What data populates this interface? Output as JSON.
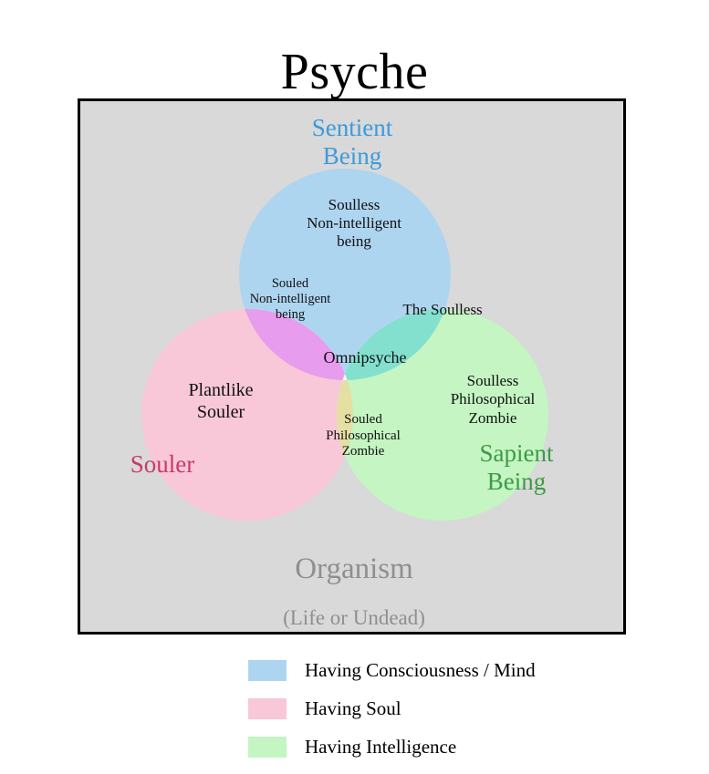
{
  "title": "Psyche",
  "diagram": {
    "background_color": "#d9d9d9",
    "border_color": "#000000",
    "universe": {
      "main_label": "Organism",
      "sub_label": "(Life or Undead)",
      "color": "#8f8f8f"
    },
    "sets": [
      {
        "id": "sentient",
        "label": "Sentient\nBeing",
        "label_color": "#3b9bdb",
        "fill_color": "#aed5f0",
        "meaning": "Having Consciousness / Mind"
      },
      {
        "id": "souler",
        "label": "Souler",
        "label_color": "#c73b66",
        "fill_color": "#f8c8d8",
        "meaning": "Having Soul"
      },
      {
        "id": "sapient",
        "label": "Sapient\nBeing",
        "label_color": "#3c9b46",
        "fill_color": "#c4f5c2",
        "meaning": "Having Intelligence"
      }
    ],
    "regions": [
      {
        "id": "blue-only",
        "label": "Soulless\nNon-intelligent\nbeing",
        "fill_color": "#aed5f0"
      },
      {
        "id": "blue-pink",
        "label": "Souled\nNon-intelligent\nbeing",
        "fill_color": "#e79ced"
      },
      {
        "id": "blue-green",
        "label": "The Soulless",
        "fill_color": "#83e0ce"
      },
      {
        "id": "center",
        "label": "Omnipsyche",
        "fill_color": "#f6f6f4"
      },
      {
        "id": "pink-only",
        "label": "Plantlike\nSouler",
        "fill_color": "#f8c8d8"
      },
      {
        "id": "green-only",
        "label": "Soulless\nPhilosophical\nZombie",
        "fill_color": "#c4f5c2"
      },
      {
        "id": "pink-green",
        "label": "Souled\nPhilosophical\nZombie",
        "fill_color": "#e6dfa4"
      }
    ]
  },
  "legend": {
    "items": [
      {
        "color": "#aed5f0",
        "label": "Having Consciousness / Mind"
      },
      {
        "color": "#f8c8d8",
        "label": "Having Soul"
      },
      {
        "color": "#c4f5c2",
        "label": "Having Intelligence"
      }
    ]
  }
}
